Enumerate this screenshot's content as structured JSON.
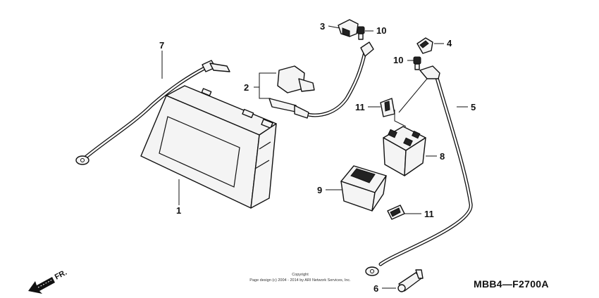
{
  "callouts": {
    "c1": "1",
    "c2": "2",
    "c3": "3",
    "c4": "4",
    "c5": "5",
    "c6": "6",
    "c7": "7",
    "c8": "8",
    "c9": "9",
    "c10a": "10",
    "c10b": "10",
    "c11a": "11",
    "c11b": "11"
  },
  "diagram_code": "MBB4—F2700A",
  "copyright": {
    "line1": "Copyright",
    "line2": "Page design (c) 2004 - 2014 by ARI Network Services, Inc."
  },
  "direction_label": "FR."
}
